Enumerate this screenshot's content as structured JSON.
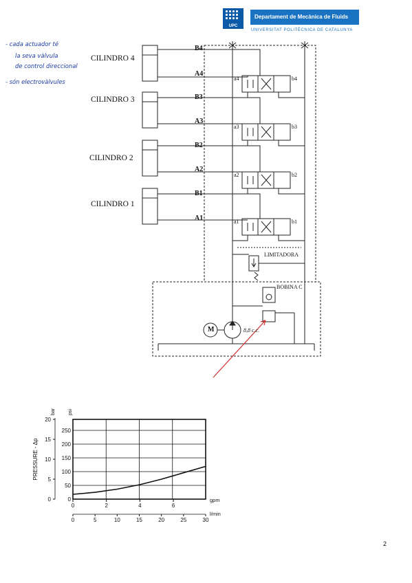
{
  "header": {
    "logo_text": "UPC",
    "department": "Departament de Mecànica de Fluids",
    "university": "UNIVERSITAT POLITÈCNICA DE CATALUNYA"
  },
  "notes": [
    "- cada actuador té",
    "la seva vàlvula",
    "de control direccional",
    "- són electrovàlvules"
  ],
  "diagram": {
    "cylinders": [
      "CILINDRO 4",
      "CILINDRO 3",
      "CILINDRO 2",
      "CILINDRO 1"
    ],
    "ports": [
      "B4",
      "A4",
      "B3",
      "A3",
      "B2",
      "A2",
      "B1",
      "A1"
    ],
    "valves": [
      {
        "left": "a4",
        "right": "b4"
      },
      {
        "left": "a3",
        "right": "b3"
      },
      {
        "left": "a2",
        "right": "b2"
      },
      {
        "left": "a1",
        "right": "b1"
      }
    ],
    "limiter_label": "LIMITADORA",
    "coil_label": "BOBINA C",
    "motor_label": "M",
    "pump_label": "8,8 c.c."
  },
  "chart_data": {
    "type": "line",
    "title": "",
    "ylabel": "PRESSURE - Δp",
    "ylabel_units": [
      "bar",
      "psi"
    ],
    "xlabel_units": [
      "gpm",
      "l/min"
    ],
    "x_lmin_ticks": [
      0,
      5,
      10,
      15,
      20,
      25,
      30
    ],
    "x_gpm_ticks": [
      0,
      2,
      4,
      6
    ],
    "y_bar_ticks": [
      0,
      5,
      10,
      15,
      20
    ],
    "y_psi_ticks": [
      0,
      50,
      100,
      150,
      200,
      250
    ],
    "xlim": [
      0,
      30
    ],
    "ylim": [
      0,
      20
    ],
    "grid": true,
    "series": [
      {
        "x": [
          0,
          5,
          10,
          15,
          20,
          25,
          30
        ],
        "values": [
          1.2,
          1.7,
          2.5,
          3.6,
          5.0,
          6.6,
          8.2
        ]
      }
    ]
  },
  "page_number": "2"
}
